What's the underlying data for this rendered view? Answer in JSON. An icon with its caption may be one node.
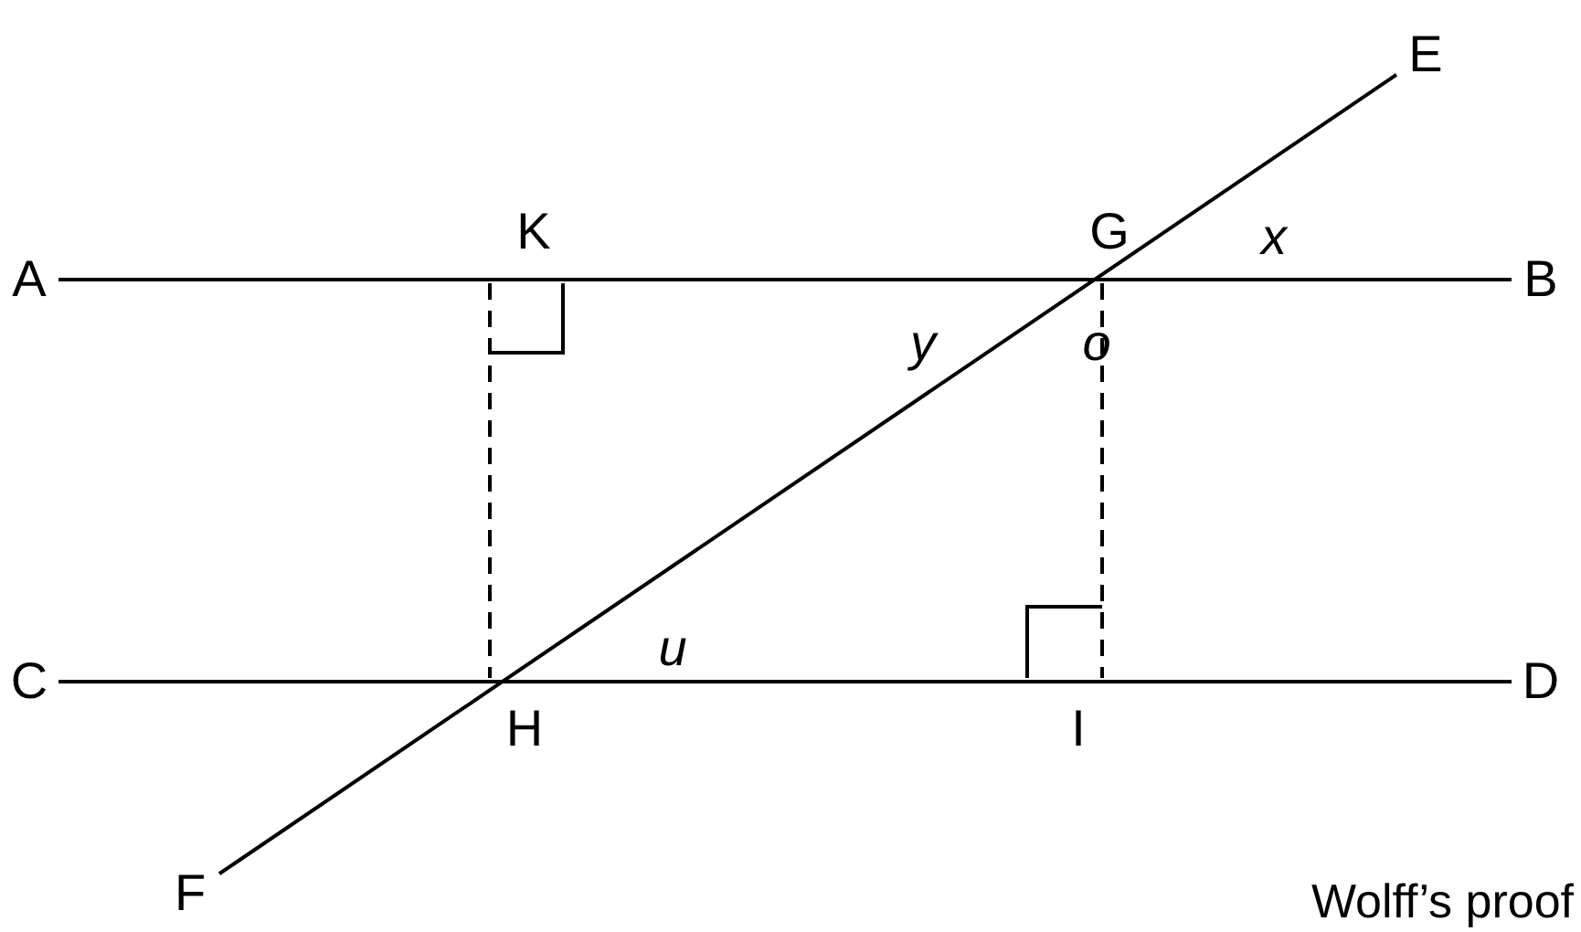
{
  "diagram": {
    "caption": "Wolff’s proof",
    "nodes": [
      {
        "text": [
          "A"
        ]
      },
      {
        "text": [
          "B"
        ]
      },
      {
        "text": [
          "C"
        ]
      },
      {
        "text": [
          "D"
        ]
      },
      {
        "text": [
          "E"
        ]
      },
      {
        "text": [
          "F"
        ]
      }
    ],
    "edges": [
      {
        "from": 0,
        "to": 1,
        "arrow": "none"
      },
      {
        "from": 2,
        "to": 3,
        "arrow": "none"
      },
      {
        "from": 5,
        "to": 4,
        "arrow": "none"
      }
    ],
    "labels": [
      "K",
      "G",
      "x",
      "y",
      "o",
      "u",
      "H",
      "I"
    ]
  }
}
